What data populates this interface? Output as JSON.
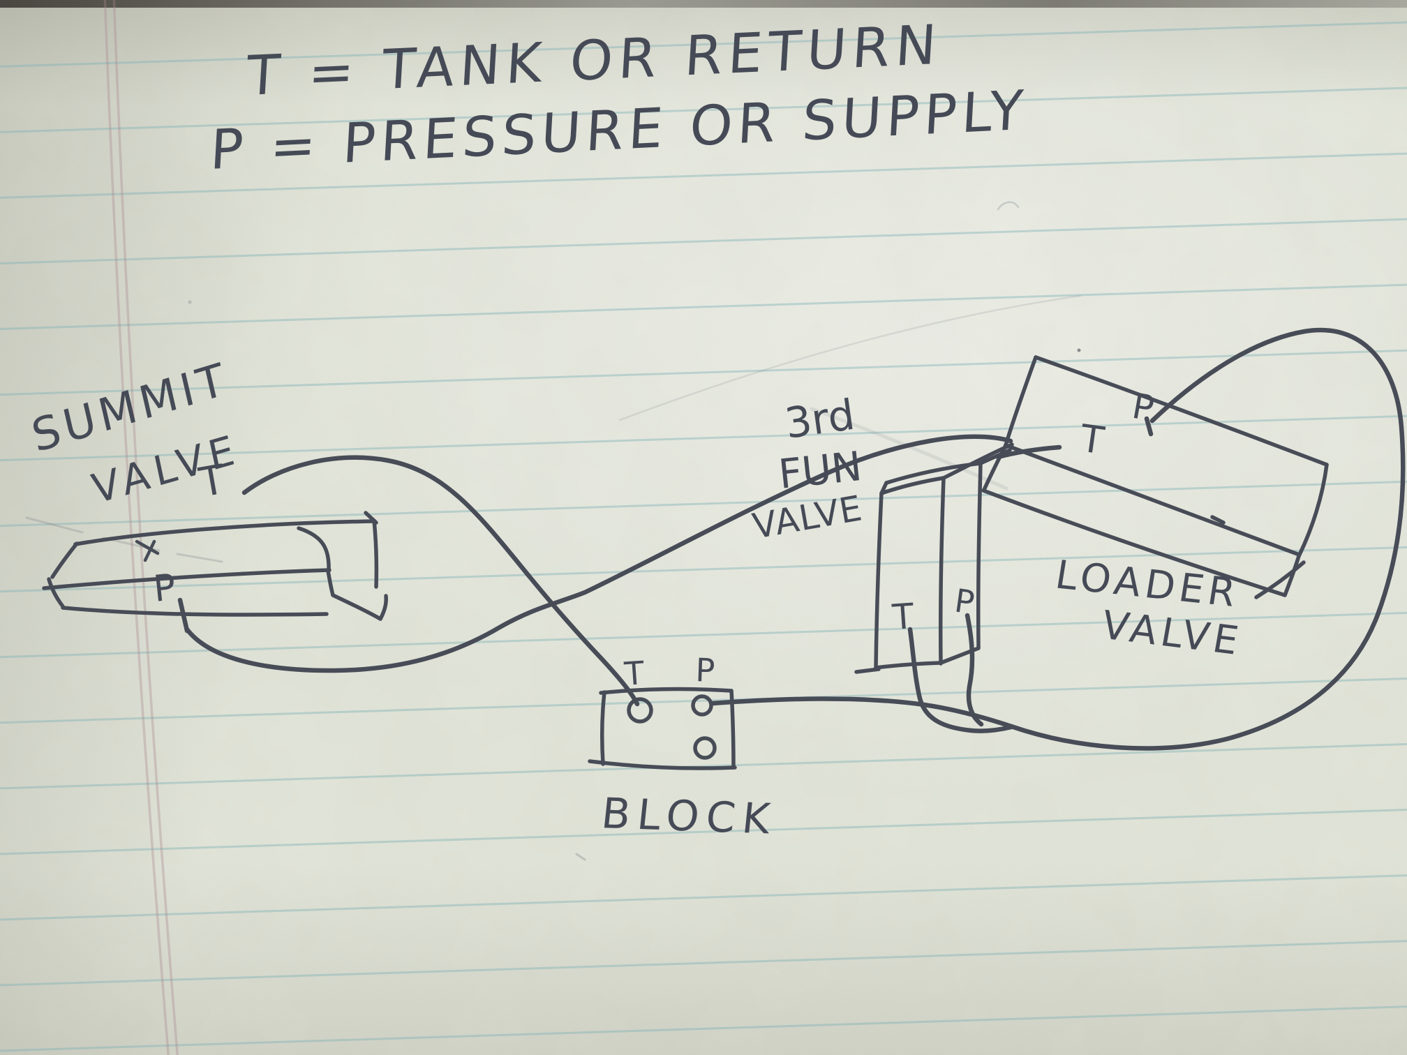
{
  "legend": {
    "line1": "T = TANK OR RETURN",
    "line2": "P = PRESSURE OR SUPPLY"
  },
  "summit_valve": {
    "name_line1": "SUMMIT",
    "name_line2": "VALVE",
    "tank_port": "T",
    "pressure_port": "P"
  },
  "third_function_valve": {
    "name_line1": "3rd",
    "name_line2": "FUN",
    "name_line3": "VALVE",
    "tank_port": "T",
    "pressure_port": "P"
  },
  "loader_valve": {
    "name_line1": "LOADER",
    "name_line2": "VALVE",
    "tank_port": "T",
    "pressure_port": "P"
  },
  "block": {
    "name": "BLOCK",
    "tank_port": "T",
    "pressure_port": "P"
  },
  "colors": {
    "ink": "#474c57",
    "paper": "#e4e7db",
    "ruled_line": "#8fbabc",
    "margin_line": "#b49a9e"
  }
}
